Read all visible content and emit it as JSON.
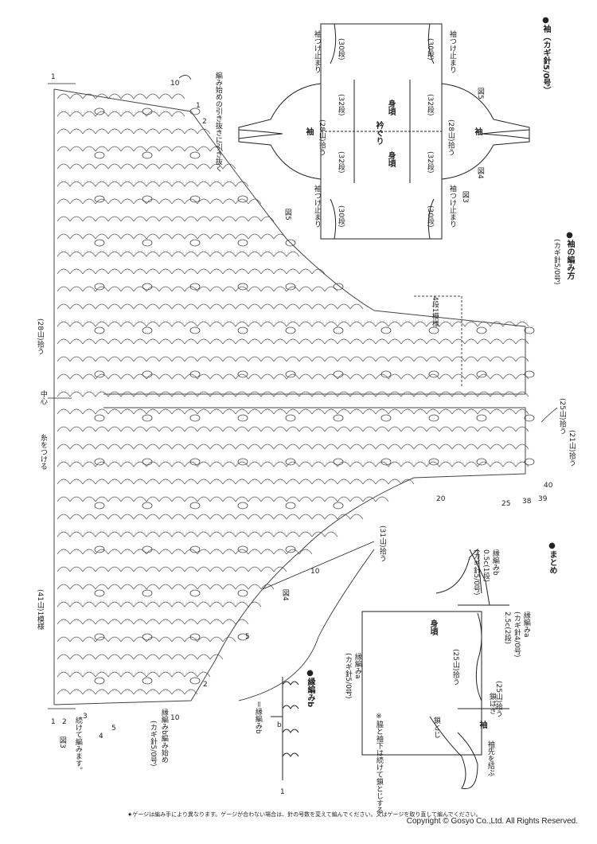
{
  "sleeve_section": {
    "title": "●袖（カギ針5/0号）",
    "label_sleeve_attach": "袖つけ止まり",
    "label_30": "(30段)",
    "label_32": "(32段)",
    "label_28": "(28山)拾う",
    "label_body": "身頃",
    "label_neck": "衿ぐり",
    "label_sleeve": "袖",
    "fig5": "図5",
    "fig4": "図4",
    "fig3": "図3"
  },
  "sleeve_method": {
    "title": "●袖の編み方",
    "needle": "(カギ針5/0号)",
    "row_label": "4段1模様",
    "pickup_25": "(25山)拾う",
    "pickup_28": "(28山)拾う",
    "pickup_21": "(21山)拾う",
    "pickup_31": "(31山)拾う",
    "pickup_41": "(41山)1模様",
    "center": "中心",
    "attach_yarn": "糸をつける",
    "pull_through": "編み始めの引き抜きに引き抜く",
    "border_start": "縁編みb編み始め",
    "border_needle": "(カギ針5/0号)",
    "continue": "続けて編みます。",
    "fig5": "図5",
    "fig4": "図4",
    "fig3": "図3",
    "row_numbers": [
      "1",
      "10",
      "1",
      "2",
      "40",
      "39",
      "38",
      "25",
      "20",
      "10",
      "5",
      "2",
      "10",
      "5",
      "4",
      "3",
      "2",
      "1"
    ]
  },
  "border_b": {
    "title": "●縁編みb",
    "label": "＝縁編みb",
    "arrow_b": "b",
    "arrow_1": "1"
  },
  "finishing": {
    "title": "●まとめ",
    "border_b": "縁編みb",
    "border_b_detail": "0.5c(1段)",
    "border_b_needle": "(カギ針5/0号)",
    "border_a": "縁編みa",
    "border_a_needle": "(カギ針4/0号)",
    "border_a_detail": "2.5c(2段)",
    "border_a2": "縁編みa",
    "border_a2_needle": "(カギ針5/0号)",
    "pickup_25": "(25山)拾う",
    "pickup_25b": "(25山)拾う",
    "body": "身頃",
    "sleeve": "袖",
    "chain": "鎖はぎ",
    "chain_close": "鎖とじ",
    "sleeve_cuff": "袖先を結ぶ",
    "note": "※脇と袖下は続けて鎖とじする"
  },
  "footer": {
    "note": "★ゲージは編み手により異なります。ゲージが合わない場合は、針の号数を変えて編んでください。又はゲージを取り直して編んでください。",
    "copyright": "Copyright © Gosyo Co.,Ltd. All Rights Reserved."
  }
}
